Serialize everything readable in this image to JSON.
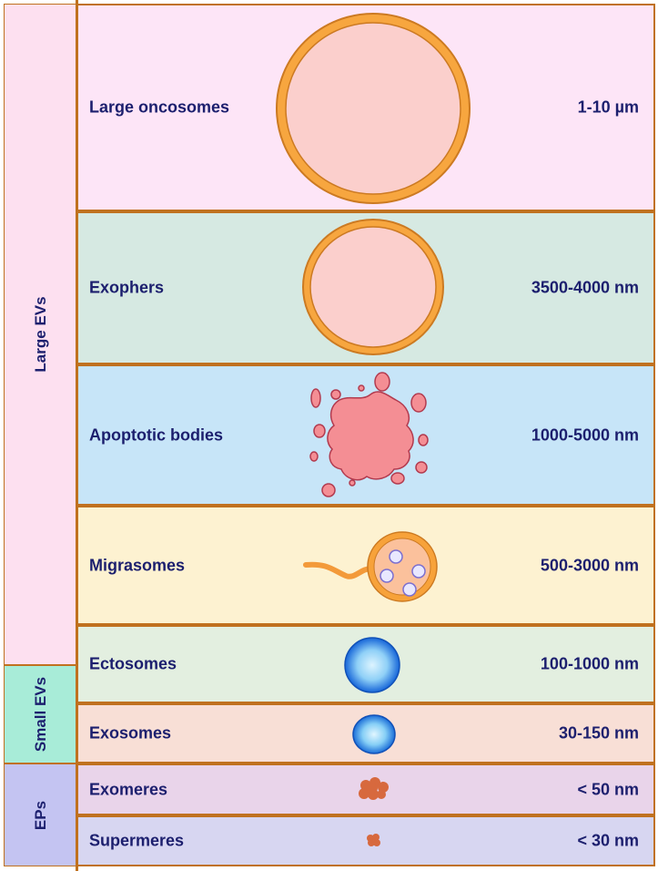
{
  "groups": [
    {
      "label": "Large EVs",
      "color": "#fde0f0"
    },
    {
      "label": "Small EVs",
      "color": "#a8ecd8"
    },
    {
      "label": "EPs",
      "color": "#c4c4f2"
    }
  ],
  "rows": [
    {
      "name": "Large oncosomes",
      "size": "1-10 µm",
      "color": "#fde5f7"
    },
    {
      "name": "Exophers",
      "size": "3500-4000 nm",
      "color": "#d6e9e2"
    },
    {
      "name": "Apoptotic bodies",
      "size": "1000-5000 nm",
      "color": "#c7e5f8"
    },
    {
      "name": "Migrasomes",
      "size": "500-3000 nm",
      "color": "#fdf2d1"
    },
    {
      "name": "Ectosomes",
      "size": "100-1000 nm",
      "color": "#e3efe0"
    },
    {
      "name": "Exosomes",
      "size": "30-150 nm",
      "color": "#f8dfd6"
    },
    {
      "name": "Exomeres",
      "size": "< 50 nm",
      "color": "#e9d4ea"
    },
    {
      "name": "Supermeres",
      "size": "< 30 nm",
      "color": "#d7d6f1"
    }
  ],
  "icons": [
    "large-oncosome-icon",
    "exopher-icon",
    "apoptotic-body-icon",
    "migrasome-icon",
    "ectosome-icon",
    "exosome-icon",
    "exomere-icon",
    "supermere-icon"
  ]
}
